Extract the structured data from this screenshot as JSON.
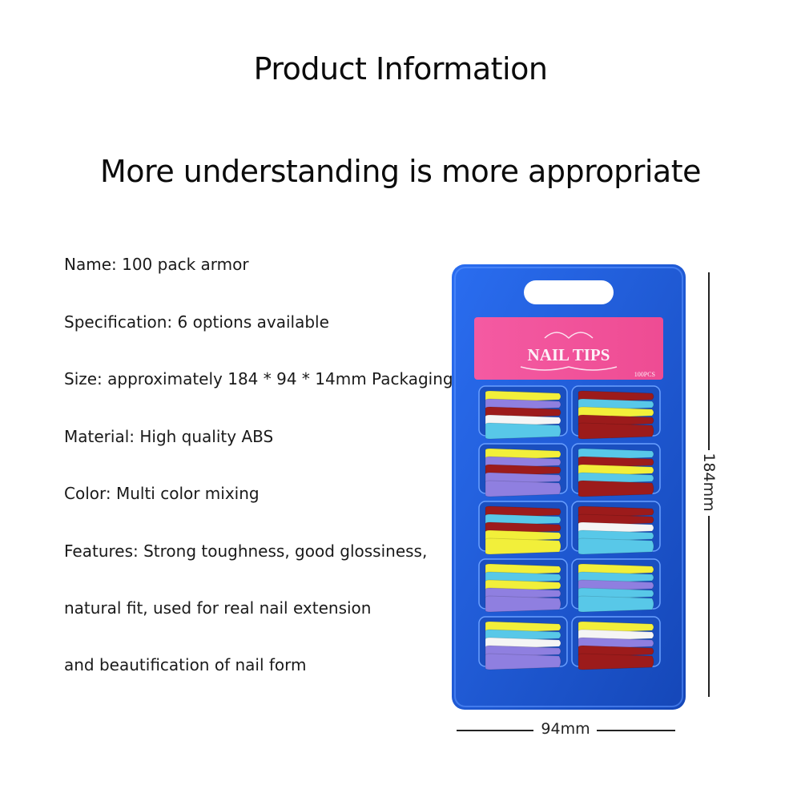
{
  "header": {
    "title": "Product Information",
    "subtitle": "More understanding is more appropriate"
  },
  "specs": [
    "Name: 100 pack armor",
    "Specification: 6 options available",
    "Size: approximately 184 * 94 * 14mm Packaging",
    "Material: High quality ABS",
    "Color: Multi color mixing",
    "Features: Strong toughness, good glossiness,",
    "natural fit, used for real nail extension",
    "and beautification of nail form"
  ],
  "package": {
    "label": "NAIL TIPS",
    "count": "100PCS",
    "colors": {
      "tray": "#1d5ed8",
      "label": "#f0509a",
      "nails": [
        "#f2ef3a",
        "#58c8e8",
        "#8f7fe0",
        "#9c1b1b",
        "#f5f5f5"
      ]
    }
  },
  "dimensions": {
    "height": "184mm",
    "width": "94mm"
  }
}
